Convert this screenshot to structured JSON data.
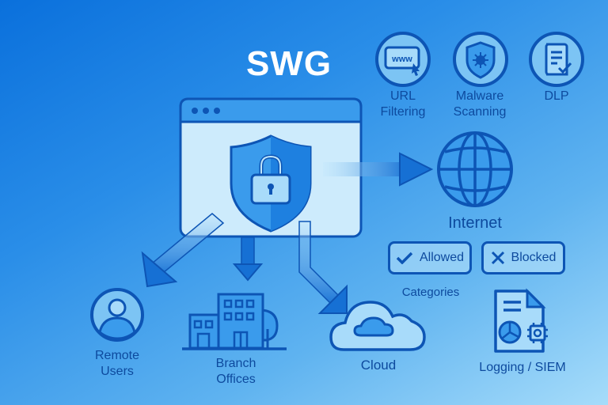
{
  "title": "SWG",
  "features": [
    {
      "icon": "url-filtering-icon",
      "label_line1": "URL",
      "label_line2": "Filtering",
      "glyph_text": "www"
    },
    {
      "icon": "malware-scanning-icon",
      "label_line1": "Malware",
      "label_line2": "Scanning"
    },
    {
      "icon": "dlp-icon",
      "label_line1": "DLP",
      "label_line2": ""
    }
  ],
  "gateway": {
    "icon": "shield-lock-icon"
  },
  "destinations": {
    "internet": {
      "label": "Internet",
      "icon": "globe-icon"
    },
    "remote_users": {
      "label_line1": "Remote",
      "label_line2": "Users",
      "icon": "user-icon"
    },
    "branch_offices": {
      "label_line1": "Branch",
      "label_line2": "Offices",
      "icon": "building-icon"
    },
    "cloud": {
      "label": "Cloud",
      "icon": "cloud-icon"
    }
  },
  "categories": {
    "label": "Categories",
    "allowed": {
      "label": "Allowed",
      "icon": "check-icon"
    },
    "blocked": {
      "label": "Blocked",
      "icon": "x-icon"
    }
  },
  "logging": {
    "label": "Logging / SIEM",
    "icon": "log-report-icon"
  },
  "colors": {
    "stroke": "#0d55b5",
    "text": "#0d4a9e",
    "fill_light": "#bfe6fc",
    "fill_mid": "#3a9bec"
  }
}
